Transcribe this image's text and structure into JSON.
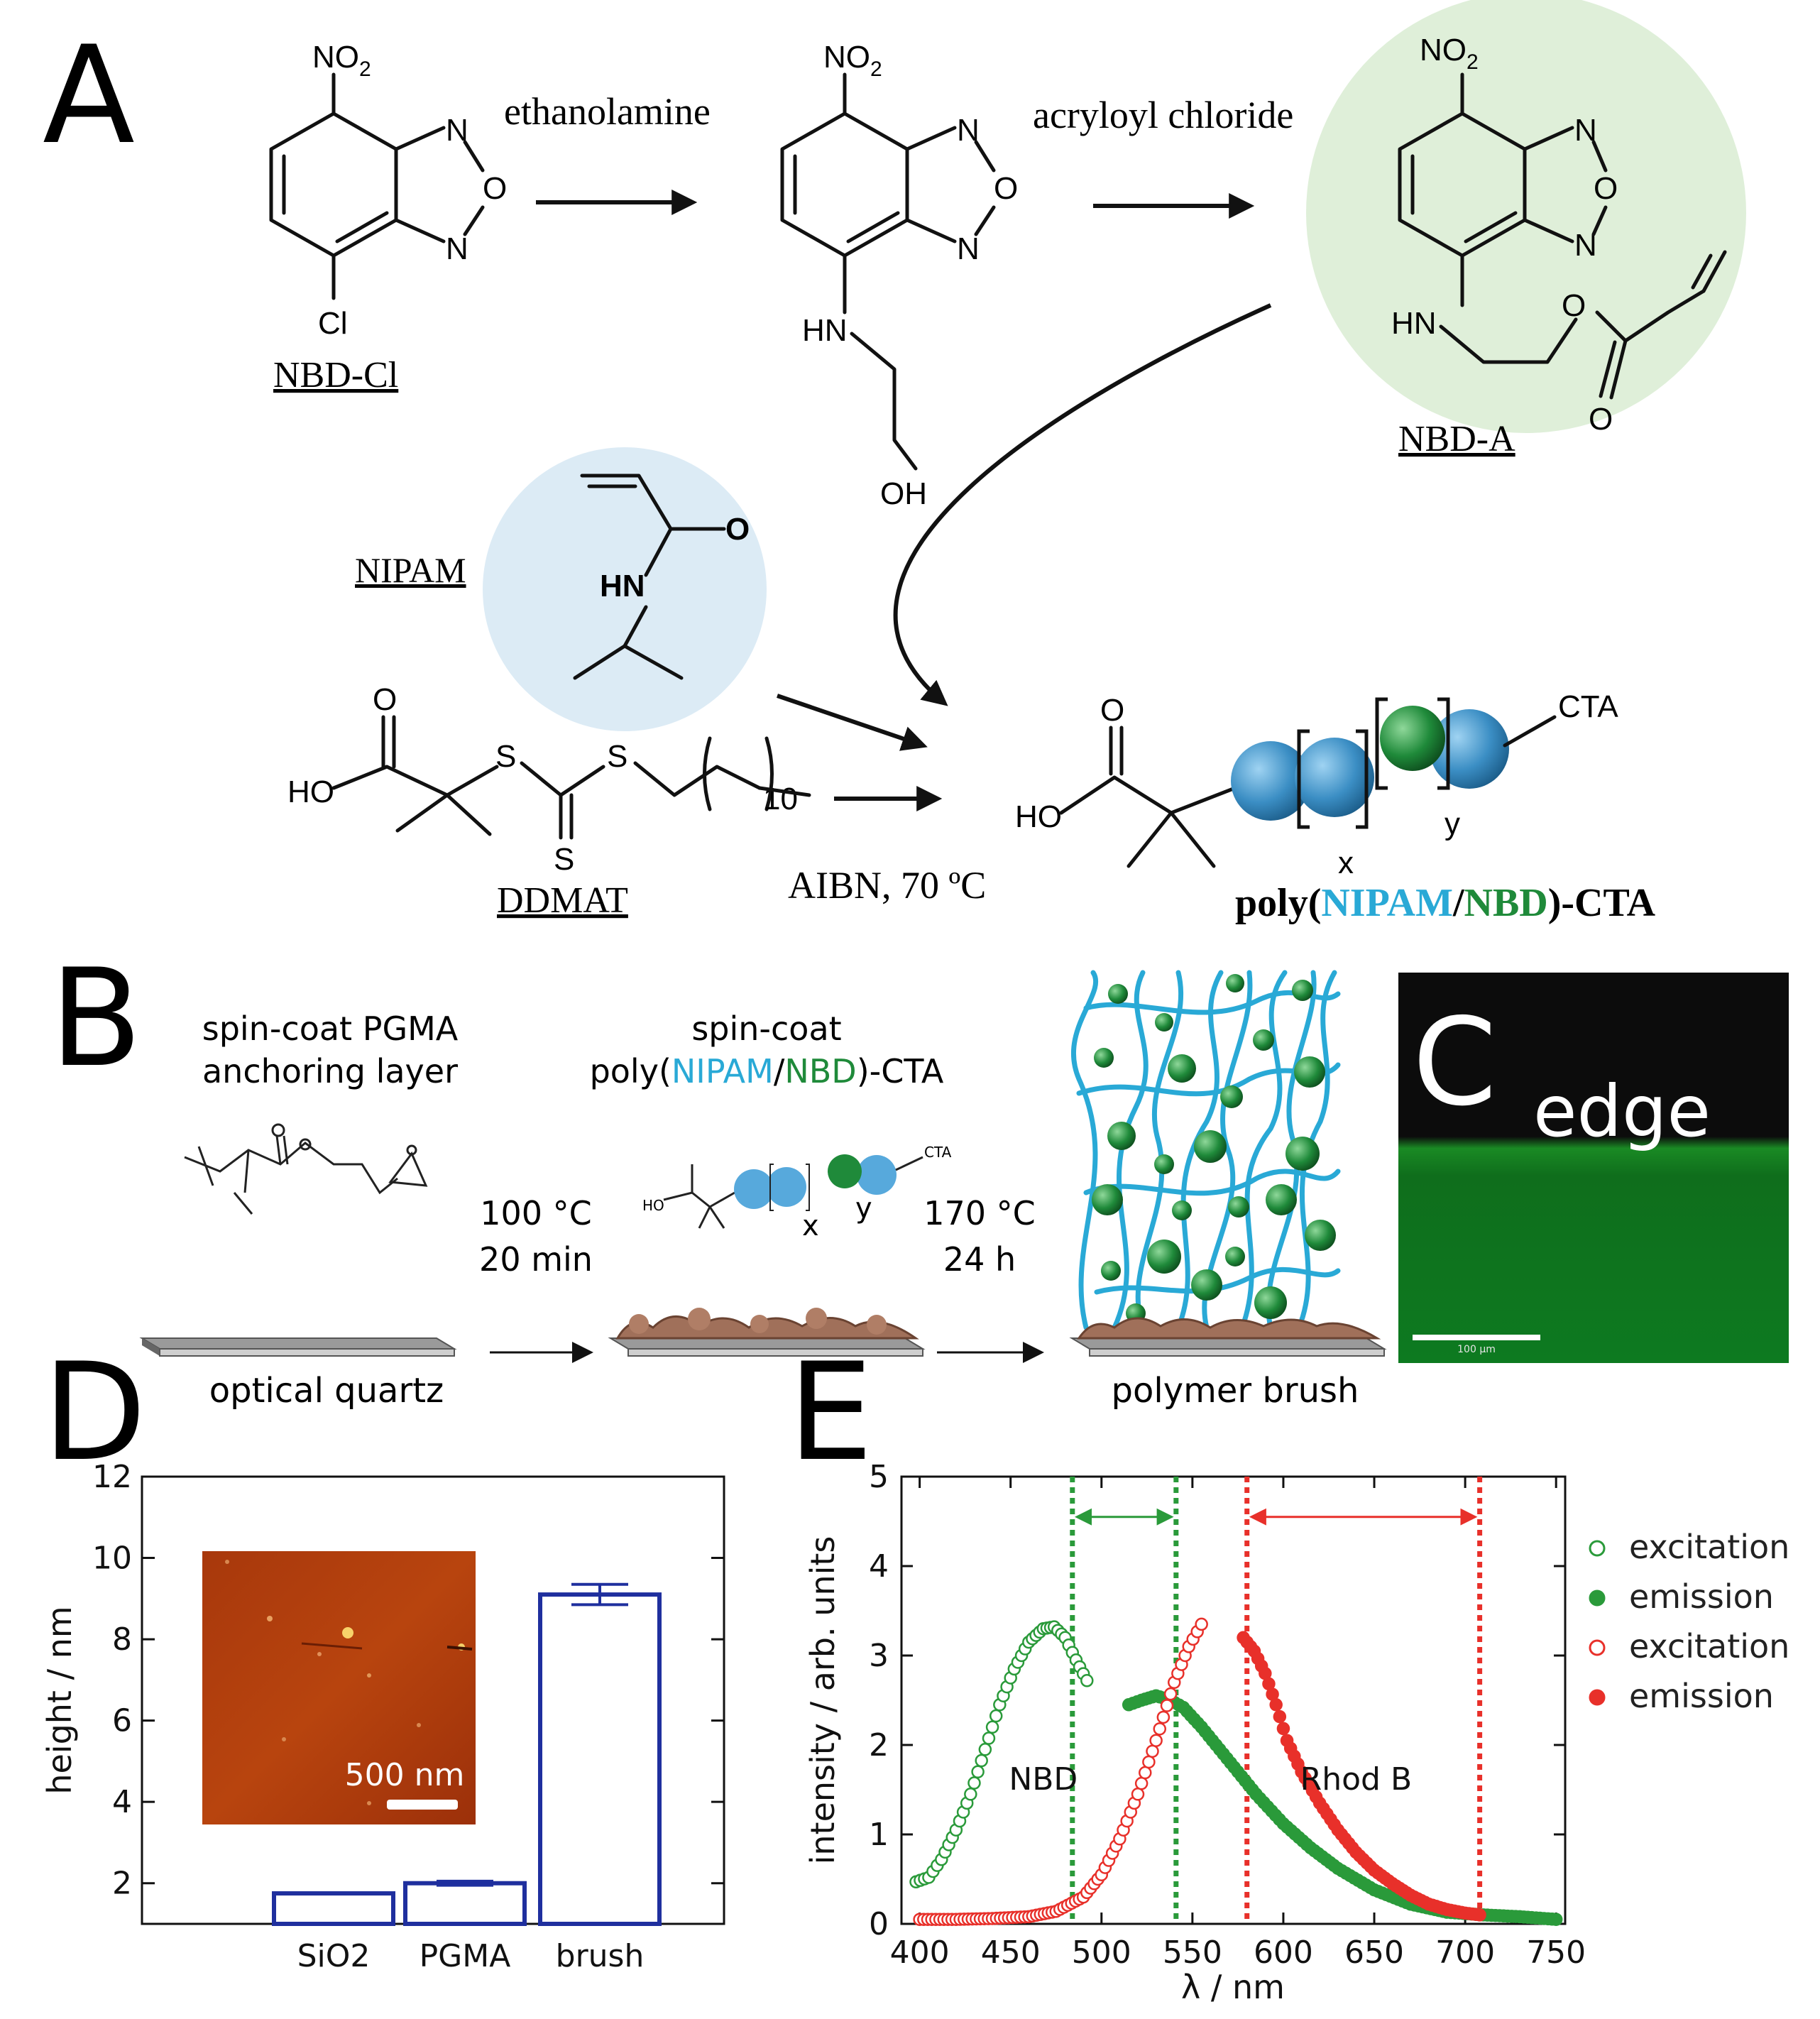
{
  "panel_letters": {
    "A": "A",
    "B": "B",
    "C": "C",
    "D": "D",
    "E": "E"
  },
  "panel_a": {
    "reagent_1": "ethanolamine",
    "reagent_2": "acryloyl chloride",
    "compound_1": "NBD-Cl",
    "compound_2": "NBD-A",
    "monomer": "NIPAM",
    "cta": "DDMAT",
    "conditions": "AIBN, 70 ºC",
    "product_prefix": "poly(",
    "product_nipam": "NIPAM",
    "product_slash": "/",
    "product_nbd": "NBD",
    "product_suffix": ")-CTA",
    "atoms": {
      "no2": "NO",
      "two": "2",
      "n": "N",
      "o": "O",
      "cl": "Cl",
      "hn": "HN",
      "oh": "OH",
      "ho": "HO",
      "s": "S",
      "ten": "10",
      "cta": "CTA",
      "x": "x",
      "y": "y"
    },
    "colors": {
      "nipam": "#29a9d6",
      "nbd": "#1f8a3a",
      "nipam_circle": "#dcebf5",
      "nbd_circle": "#dfefd9"
    }
  },
  "panel_b": {
    "step1_line1": "spin-coat PGMA",
    "step1_line2": "anchoring layer",
    "step2_line1": "spin-coat",
    "step2_prefix": "poly(",
    "step2_nipam": "NIPAM",
    "step2_slash": "/",
    "step2_nbd": "NBD",
    "step2_suffix": ")-CTA",
    "cond1_line1": "100 °C",
    "cond1_line2": "20 min",
    "cond2_line1": "170 °C",
    "cond2_line2": "24 h",
    "substrate_label": "optical quartz",
    "brush_label": "polymer brush",
    "small_cta": "CTA",
    "small_ho": "HO",
    "small_x": "x",
    "small_y": "y"
  },
  "panel_c": {
    "label": "edge",
    "scale_bar": "100 μm"
  },
  "chart_data": [
    {
      "type": "bar",
      "panel": "D",
      "categories": [
        "SiO2",
        "PGMA",
        "brush"
      ],
      "values": [
        1.75,
        2.0,
        9.1
      ],
      "errors": [
        0.0,
        0.05,
        0.25
      ],
      "ylabel": "height / nm",
      "ylim": [
        1,
        12
      ],
      "yticks": [
        2,
        4,
        6,
        8,
        10,
        12
      ],
      "bar_color": "#1f2f9e",
      "inset_scale_bar": "500 nm"
    },
    {
      "type": "scatter",
      "panel": "E",
      "xlabel": "λ / nm",
      "ylabel": "intensity / arb. units",
      "xlim": [
        390,
        755
      ],
      "ylim": [
        0,
        5
      ],
      "xticks": [
        400,
        450,
        500,
        550,
        600,
        650,
        700,
        750
      ],
      "yticks": [
        0,
        1,
        2,
        3,
        4,
        5
      ],
      "series": [
        {
          "name": "excitation",
          "color": "#2a9a3a",
          "filled": false,
          "x": [
            398,
            405,
            412,
            420,
            428,
            436,
            444,
            452,
            460,
            468,
            474,
            480,
            486,
            492
          ],
          "y": [
            0.47,
            0.52,
            0.72,
            1.05,
            1.45,
            1.95,
            2.45,
            2.85,
            3.15,
            3.3,
            3.32,
            3.2,
            2.95,
            2.72
          ]
        },
        {
          "name": "emission",
          "color": "#2a9a3a",
          "filled": true,
          "x": [
            515,
            522,
            530,
            538,
            545,
            555,
            565,
            575,
            585,
            600,
            615,
            630,
            650,
            670,
            690,
            710,
            730,
            750
          ],
          "y": [
            2.45,
            2.5,
            2.55,
            2.5,
            2.42,
            2.2,
            1.95,
            1.7,
            1.45,
            1.12,
            0.85,
            0.62,
            0.38,
            0.22,
            0.13,
            0.1,
            0.08,
            0.05
          ]
        },
        {
          "name": "excitation",
          "color": "#e8302a",
          "filled": false,
          "x": [
            400,
            420,
            440,
            460,
            475,
            490,
            500,
            510,
            520,
            530,
            540,
            548,
            555
          ],
          "y": [
            0.05,
            0.05,
            0.06,
            0.08,
            0.14,
            0.3,
            0.55,
            0.95,
            1.45,
            2.05,
            2.7,
            3.1,
            3.35
          ]
        },
        {
          "name": "emission",
          "color": "#e8302a",
          "filled": true,
          "x": [
            578,
            584,
            590,
            596,
            602,
            610,
            620,
            630,
            640,
            650,
            660,
            670,
            680,
            690,
            700,
            708
          ],
          "y": [
            3.2,
            3.05,
            2.8,
            2.45,
            2.05,
            1.7,
            1.35,
            1.05,
            0.8,
            0.6,
            0.45,
            0.32,
            0.22,
            0.16,
            0.12,
            0.1
          ]
        }
      ],
      "vlines": [
        {
          "x": 484,
          "color": "#2a9a3a"
        },
        {
          "x": 541,
          "color": "#2a9a3a"
        },
        {
          "x": 580,
          "color": "#e8302a"
        },
        {
          "x": 708,
          "color": "#e8302a"
        }
      ],
      "annotations": [
        {
          "text": "NBD",
          "x": 468,
          "y": 1.5,
          "color": "#2a9a3a"
        },
        {
          "text": "Rhod B",
          "x": 640,
          "y": 1.5,
          "color": "#e8302a"
        }
      ],
      "legend_position": "right"
    }
  ]
}
